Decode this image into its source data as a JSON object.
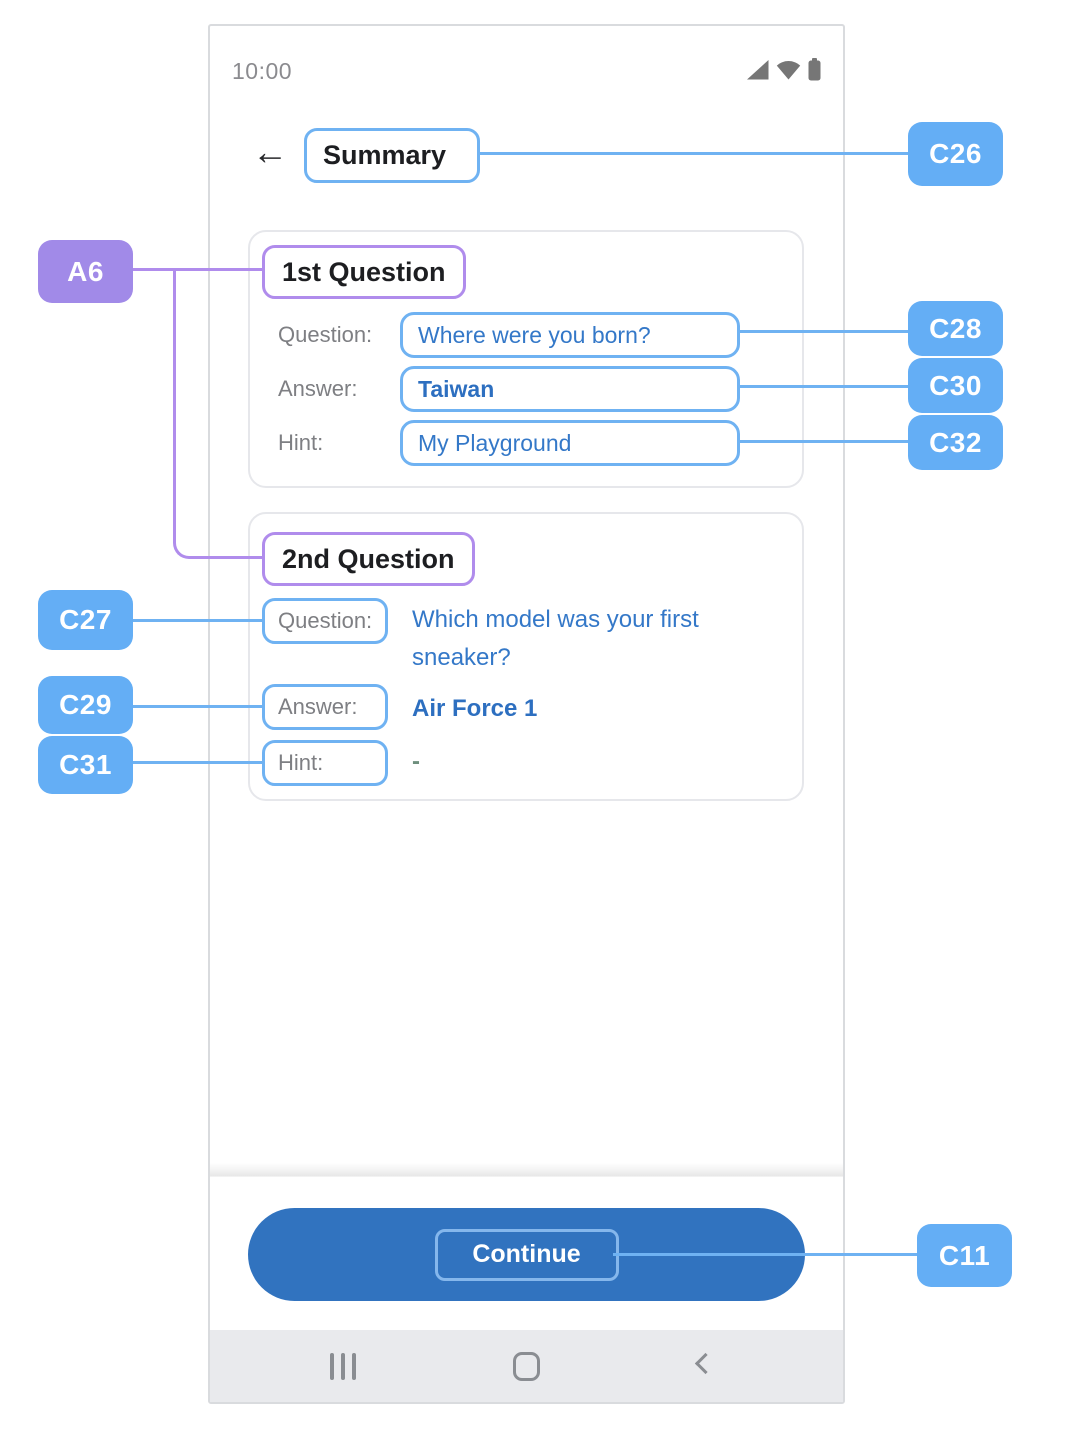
{
  "status_bar": {
    "time": "10:00",
    "icons": [
      "signal-icon",
      "wifi-icon",
      "battery-icon"
    ]
  },
  "header": {
    "back_icon": "←",
    "title": "Summary"
  },
  "cards": [
    {
      "title": "1st Question",
      "rows": [
        {
          "label": "Question:",
          "value": "Where were you born?"
        },
        {
          "label": "Answer:",
          "value": "Taiwan"
        },
        {
          "label": "Hint:",
          "value": "My Playground"
        }
      ]
    },
    {
      "title": "2nd Question",
      "rows": [
        {
          "label": "Question:",
          "value": "Which model  was your first sneaker?"
        },
        {
          "label": "Answer:",
          "value": "Air Force 1"
        },
        {
          "label": "Hint:",
          "value": "-"
        }
      ]
    }
  ],
  "footer": {
    "continue_label": "Continue"
  },
  "navbar": {
    "icons": [
      "recents-icon",
      "home-icon",
      "back-icon"
    ]
  },
  "annotations": {
    "a6": "A6",
    "c26": "C26",
    "c27": "C27",
    "c28": "C28",
    "c29": "C29",
    "c30": "C30",
    "c31": "C31",
    "c32": "C32",
    "c11": "C11"
  },
  "colors": {
    "badge_blue": "#64AEF5",
    "badge_purple": "#A18AE8",
    "outline_blue": "#6FB2F2",
    "outline_purple": "#B08CEC",
    "value_text": "#3478C8",
    "answer_text": "#2D6FC0",
    "button_fill": "#3173BF",
    "hint_dash": "#6E8F7D",
    "navbar_bg": "#E9EAED"
  }
}
